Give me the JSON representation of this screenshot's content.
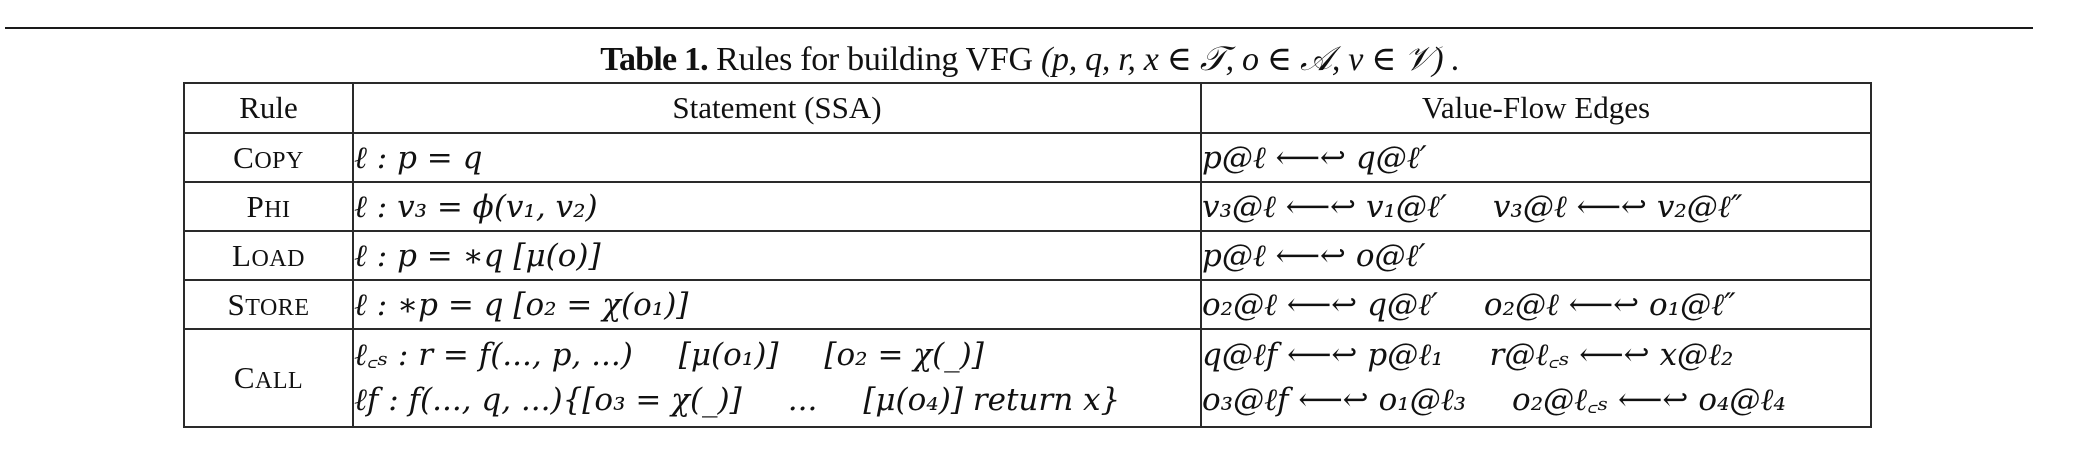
{
  "caption": {
    "label": "Table 1.",
    "text": "Rules for building VFG",
    "math": "(p, q, r, x ∈ 𝒯, o ∈ 𝒜, v ∈ 𝒱) ."
  },
  "table": {
    "headers": [
      "Rule",
      "Statement (SSA)",
      "Value-Flow Edges"
    ],
    "rows": [
      {
        "rule": "COPY",
        "statement": [
          "ℓ : p = q"
        ],
        "edges": [
          [
            "p@ℓ ⟵↩ q@ℓ′"
          ]
        ]
      },
      {
        "rule": "PHI",
        "statement": [
          "ℓ : v₃ = ϕ(v₁, v₂)"
        ],
        "edges": [
          [
            "v₃@ℓ ⟵↩ v₁@ℓ′",
            "v₃@ℓ ⟵↩ v₂@ℓ″"
          ]
        ]
      },
      {
        "rule": "LOAD",
        "statement": [
          "ℓ : p = ∗q [μ(o)]"
        ],
        "edges": [
          [
            "p@ℓ ⟵↩ o@ℓ′"
          ]
        ]
      },
      {
        "rule": "STORE",
        "statement": [
          "ℓ : ∗p = q [o₂ = χ(o₁)]"
        ],
        "edges": [
          [
            "o₂@ℓ ⟵↩ q@ℓ′",
            "o₂@ℓ ⟵↩ o₁@ℓ″"
          ]
        ]
      },
      {
        "rule": "CALL",
        "statement": [
          "ℓ_cs : r = f(..., p, ...)    [μ(o₁)]    [o₂ = χ(_)]",
          "ℓ_f : f(..., q, ...){[o₃ = χ(_)]    ...    [μ(o₄)] return x}"
        ],
        "edges": [
          [
            "q@ℓ_f ⟵↩ p@ℓ₁",
            "r@ℓ_cs ⟵↩ x@ℓ₂"
          ],
          [
            "o₃@ℓ_f ⟵↩ o₁@ℓ₃",
            "o₂@ℓ_cs ⟵↩ o₄@ℓ₄"
          ]
        ]
      }
    ]
  },
  "display": {
    "rules": {
      "copy": {
        "first": "C",
        "rest": "OPY"
      },
      "phi": {
        "first": "P",
        "rest": "HI"
      },
      "load": {
        "first": "L",
        "rest": "OAD"
      },
      "store": {
        "first": "S",
        "rest": "TORE"
      },
      "call": {
        "first": "C",
        "rest": "ALL"
      }
    },
    "stmt": {
      "copy": "ℓ : p = q",
      "phi": "ℓ : v₃ = ϕ(v₁, v₂)",
      "load": "ℓ : p = ∗q [μ(o)]",
      "store": "ℓ : ∗p = q [o₂ = χ(o₁)]",
      "call_1a": "ℓ꜀ₛ : r = f(..., p, ...)",
      "call_1b": "[μ(o₁)]",
      "call_1c": "[o₂ = χ(_)]",
      "call_2a": "ℓf : f(..., q, ...){[o₃ = χ(_)]",
      "call_2b": "...",
      "call_2c": "[μ(o₄)] return x}"
    },
    "edges": {
      "copy_1": "p@ℓ ⟵↩ q@ℓ′",
      "phi_1": "v₃@ℓ ⟵↩ v₁@ℓ′",
      "phi_2": "v₃@ℓ ⟵↩ v₂@ℓ″",
      "load_1": "p@ℓ ⟵↩ o@ℓ′",
      "store_1": "o₂@ℓ ⟵↩ q@ℓ′",
      "store_2": "o₂@ℓ ⟵↩ o₁@ℓ″",
      "call_1": "q@ℓf ⟵↩ p@ℓ₁",
      "call_2": "r@ℓ꜀ₛ ⟵↩ x@ℓ₂",
      "call_3": "o₃@ℓf ⟵↩ o₁@ℓ₃",
      "call_4": "o₂@ℓ꜀ₛ ⟵↩ o₄@ℓ₄"
    }
  }
}
